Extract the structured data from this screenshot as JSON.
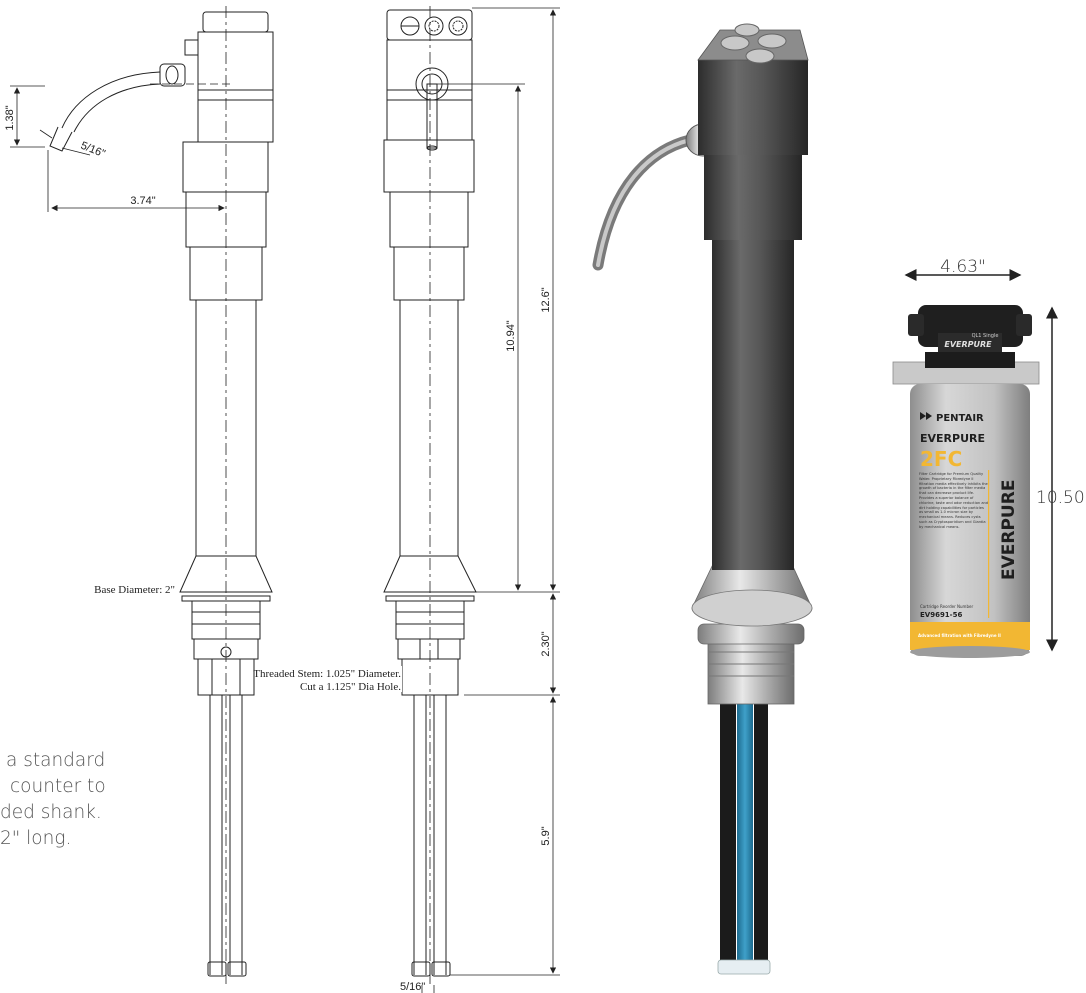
{
  "drawing": {
    "spout_drop": "1.38\"",
    "spout_tip": "5/16\"",
    "spout_reach": "3.74\"",
    "spout_height": "10.94\"",
    "overall_height": "12.6\"",
    "base_diameter": "Base Diameter: 2\"",
    "stem_line1": "Threaded Stem: 1.025\" Diameter.",
    "stem_line2": "Cut a 1.125\" Dia Hole.",
    "stem_length": "2.30\"",
    "tube_length": "5.9\"",
    "tube_dia": "5/16\""
  },
  "note": {
    "line1": "a standard",
    "line2": "counter to",
    "line3": "ded shank.",
    "line4": "2\" long."
  },
  "filter": {
    "width": "4.63\"",
    "height": "10.50\"",
    "head_logo": "EVERPURE",
    "head_small": "QL1 Single",
    "brand": "PENTAIR",
    "product": "EVERPURE",
    "model": "2FC",
    "body_text": "Filter Cartridge for Premium Quality Water. Proprietary Fibredyne II filtration media effectively inhibits the growth of bacteria in the filter media that can decrease product life. Provides a superior balance of chlorine, taste and odor reduction and dirt holding capabilities for particles as small as 1.0 micron size by mechanical means. Reduces cysts such as Cryptosporidium and Giardia by mechanical means.",
    "cartridge_label": "Cartridge Reorder Number",
    "cartridge_number": "EV9691-56",
    "footer": "Advanced filtration with Fibredyne II",
    "side_logo": "EVERPURE"
  },
  "colors": {
    "line": "#222222",
    "faucet_body": "#4a4a4a",
    "chrome": "#b5b5b5",
    "filter_silver": "#b8b8b8",
    "accent_yellow": "#f2b733",
    "tube_blue": "#2a86b0"
  }
}
